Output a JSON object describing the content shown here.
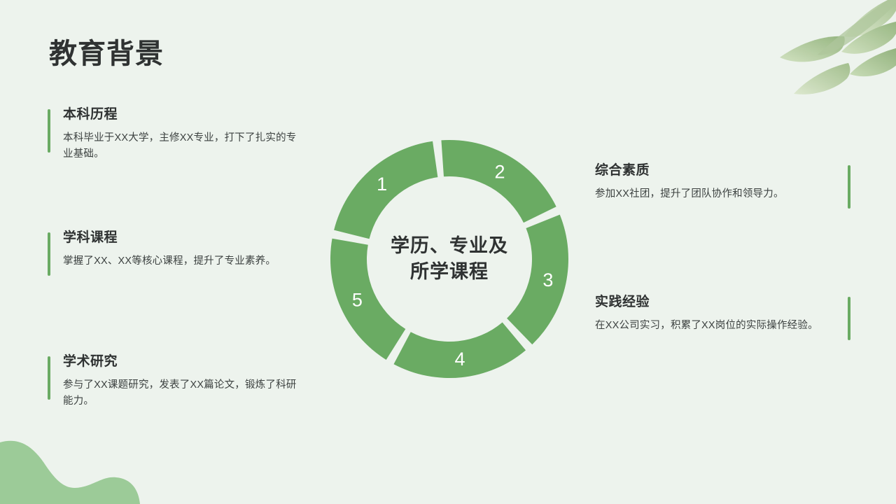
{
  "slide": {
    "title": "教育背景",
    "background_color": "#edf3ed",
    "accent_color": "#6aab63",
    "heading_color": "#2f3232"
  },
  "decorations": {
    "leaf_branch": "leaf-branch-decoration",
    "corner_blob": "green-wave-blob"
  },
  "left_blocks": [
    {
      "heading": "本科历程",
      "body": "本科毕业于XX大学，主修XX专业，打下了扎实的专业基础。"
    },
    {
      "heading": "学科课程",
      "body": "掌握了XX、XX等核心课程，提升了专业素养。"
    },
    {
      "heading": "学术研究",
      "body": "参与了XX课题研究，发表了XX篇论文，锻炼了科研能力。"
    }
  ],
  "right_blocks": [
    {
      "heading": "综合素质",
      "body": "参加XX社团，提升了团队协作和领导力。"
    },
    {
      "heading": "实践经验",
      "body": "在XX公司实习，积累了XX岗位的实际操作经验。"
    }
  ],
  "chart_data": {
    "type": "pie",
    "title": "学历、专业及所学课程",
    "center_label_line1": "学历、专业及",
    "center_label_line2": "所学课程",
    "segment_color": "#6aab63",
    "gap_color": "#edf3ed",
    "labels": [
      "1",
      "2",
      "3",
      "4",
      "5"
    ],
    "values": [
      20,
      20,
      20,
      20,
      20
    ],
    "slices": [
      {
        "label": "1",
        "start_angle": -78,
        "end_angle": -12,
        "label_angle": -45
      },
      {
        "label": "2",
        "start_angle": 150,
        "end_angle": 218,
        "label_angle": 184
      },
      {
        "label": "3",
        "start_angle": 80,
        "end_angle": 148,
        "label_angle": 114
      },
      {
        "label": "4",
        "start_angle": 10,
        "end_angle": 78,
        "label_angle": 44
      },
      {
        "label": "5",
        "start_angle": -80,
        "end_angle": -12,
        "label_angle": -46
      }
    ],
    "legend_position": "none",
    "grid": false
  }
}
